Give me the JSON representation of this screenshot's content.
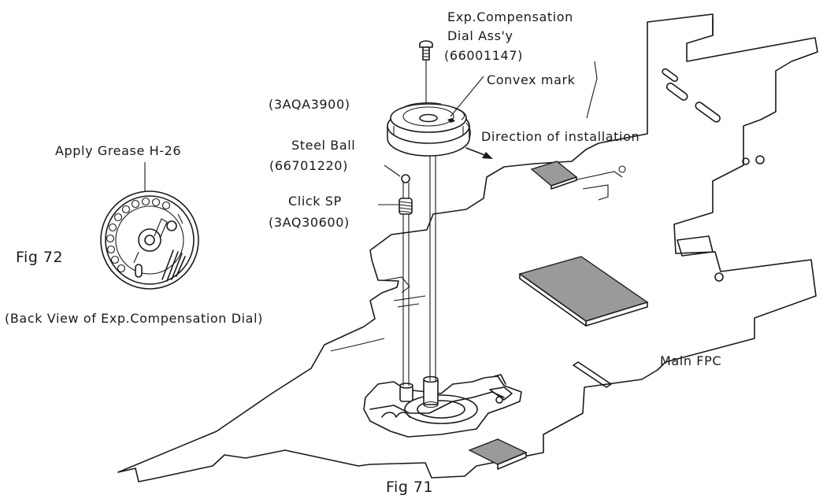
{
  "labels": {
    "dial_assy_line1": "Exp.Compensation",
    "dial_assy_line2": "Dial Ass'y",
    "dial_assy_part": "(66001147)",
    "convex_mark": "Convex mark",
    "dial_part": "(3AQA3900)",
    "direction": "Direction of installation",
    "steel_ball": "Steel Ball",
    "steel_ball_part": "(66701220)",
    "click_sp": "Click SP",
    "click_sp_part": "(3AQ30600)",
    "grease": "Apply Grease H-26",
    "back_view": "(Back View of Exp.Compensation Dial)",
    "main_fpc": "Main FPC",
    "fig72": "Fig 72",
    "fig71": "Fig 71"
  }
}
